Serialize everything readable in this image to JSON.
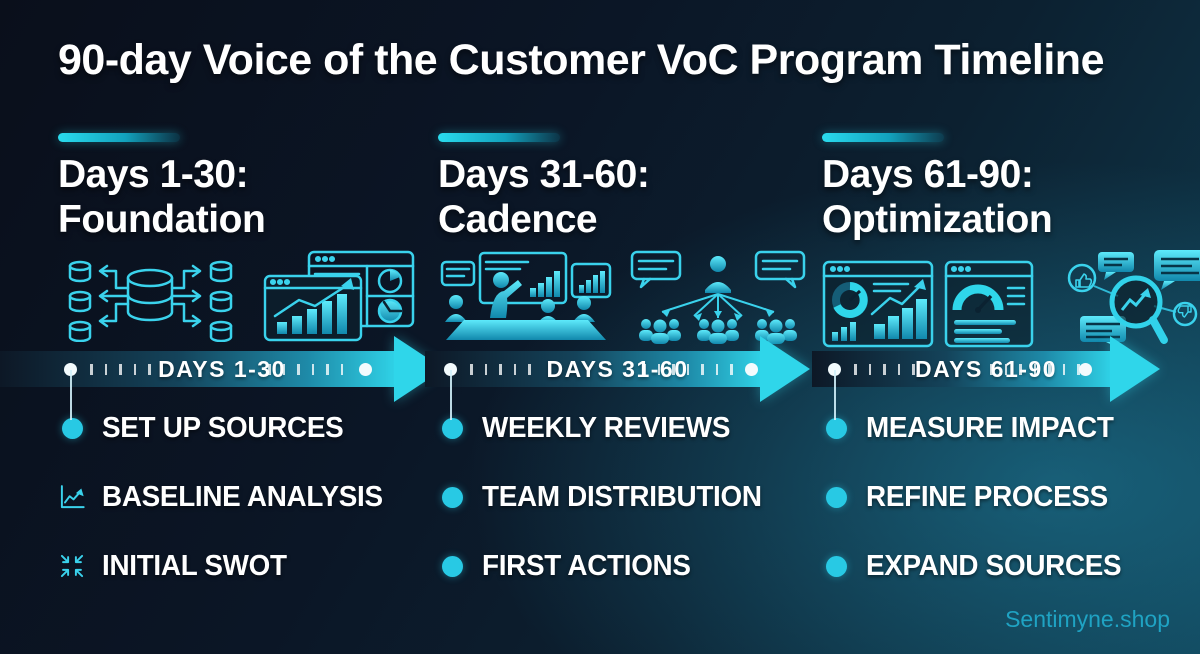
{
  "title": "90-day Voice of the Customer VoC Program Timeline",
  "watermark": "Sentimyne.shop",
  "colors": {
    "background_dark": "#0a0f1b",
    "background_teal": "#0f3c50",
    "accent_cyan": "#2fd6ea",
    "bullet_dot_cyan": "#28c9e4",
    "text_white": "#ffffff",
    "watermark_teal": "#1fa3c3"
  },
  "columns": [
    {
      "id": "foundation",
      "heading_line1": "Days 1-30:",
      "heading_line2": "Foundation",
      "arrow_label": "DAYS 1-30",
      "icons": [
        "database-sources-icon",
        "analytics-dashboard-icon"
      ],
      "bullets": [
        {
          "icon": "bullet-dot",
          "label": "SET UP SOURCES"
        },
        {
          "icon": "line-chart-icon",
          "label": "BASELINE ANALYSIS"
        },
        {
          "icon": "swot-arrows-icon",
          "label": "INITIAL SWOT"
        }
      ]
    },
    {
      "id": "cadence",
      "heading_line1": "Days 31-60:",
      "heading_line2": "Cadence",
      "arrow_label": "DAYS 31-60",
      "icons": [
        "team-meeting-icon",
        "team-distribution-icon"
      ],
      "bullets": [
        {
          "icon": "bullet-dot",
          "label": "WEEKLY REVIEWS"
        },
        {
          "icon": "bullet-dot",
          "label": "TEAM DISTRIBUTION"
        },
        {
          "icon": "bullet-dot",
          "label": "FIRST ACTIONS"
        }
      ]
    },
    {
      "id": "optimization",
      "heading_line1": "Days 61-90:",
      "heading_line2": "Optimization",
      "arrow_label": "DAYS 61-90",
      "icons": [
        "metrics-dashboard-icon",
        "speedometer-icon",
        "feedback-analysis-icon"
      ],
      "bullets": [
        {
          "icon": "bullet-dot",
          "label": "MEASURE IMPACT"
        },
        {
          "icon": "bullet-dot",
          "label": "REFINE PROCESS"
        },
        {
          "icon": "bullet-dot",
          "label": "EXPAND SOURCES"
        }
      ]
    }
  ]
}
